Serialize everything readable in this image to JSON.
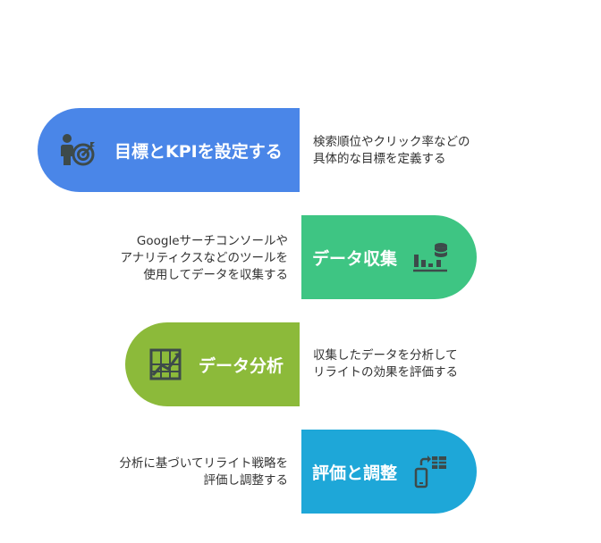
{
  "colors": {
    "step1": "#4a86e8",
    "step2": "#3ec583",
    "step3": "#8cba3a",
    "step4": "#1ea7d8",
    "icon_dark": "#3d4a4a"
  },
  "steps": [
    {
      "title": "目標とKPIを設定する",
      "icon": "person-target-icon",
      "description": [
        "検索順位やクリック率などの",
        "具体的な目標を定義する"
      ]
    },
    {
      "title": "データ収集",
      "icon": "bar-chart-database-icon",
      "description": [
        "Googleサーチコンソールや",
        "アナリティクスなどのツールを",
        "使用してデータを収集する"
      ]
    },
    {
      "title": "データ分析",
      "icon": "line-chart-grid-icon",
      "description": [
        "収集したデータを分析して",
        "リライトの効果を評価する"
      ]
    },
    {
      "title": "評価と調整",
      "icon": "phone-sync-table-icon",
      "description": [
        "分析に基づいてリライト戦略を",
        "評価し調整する"
      ]
    }
  ]
}
